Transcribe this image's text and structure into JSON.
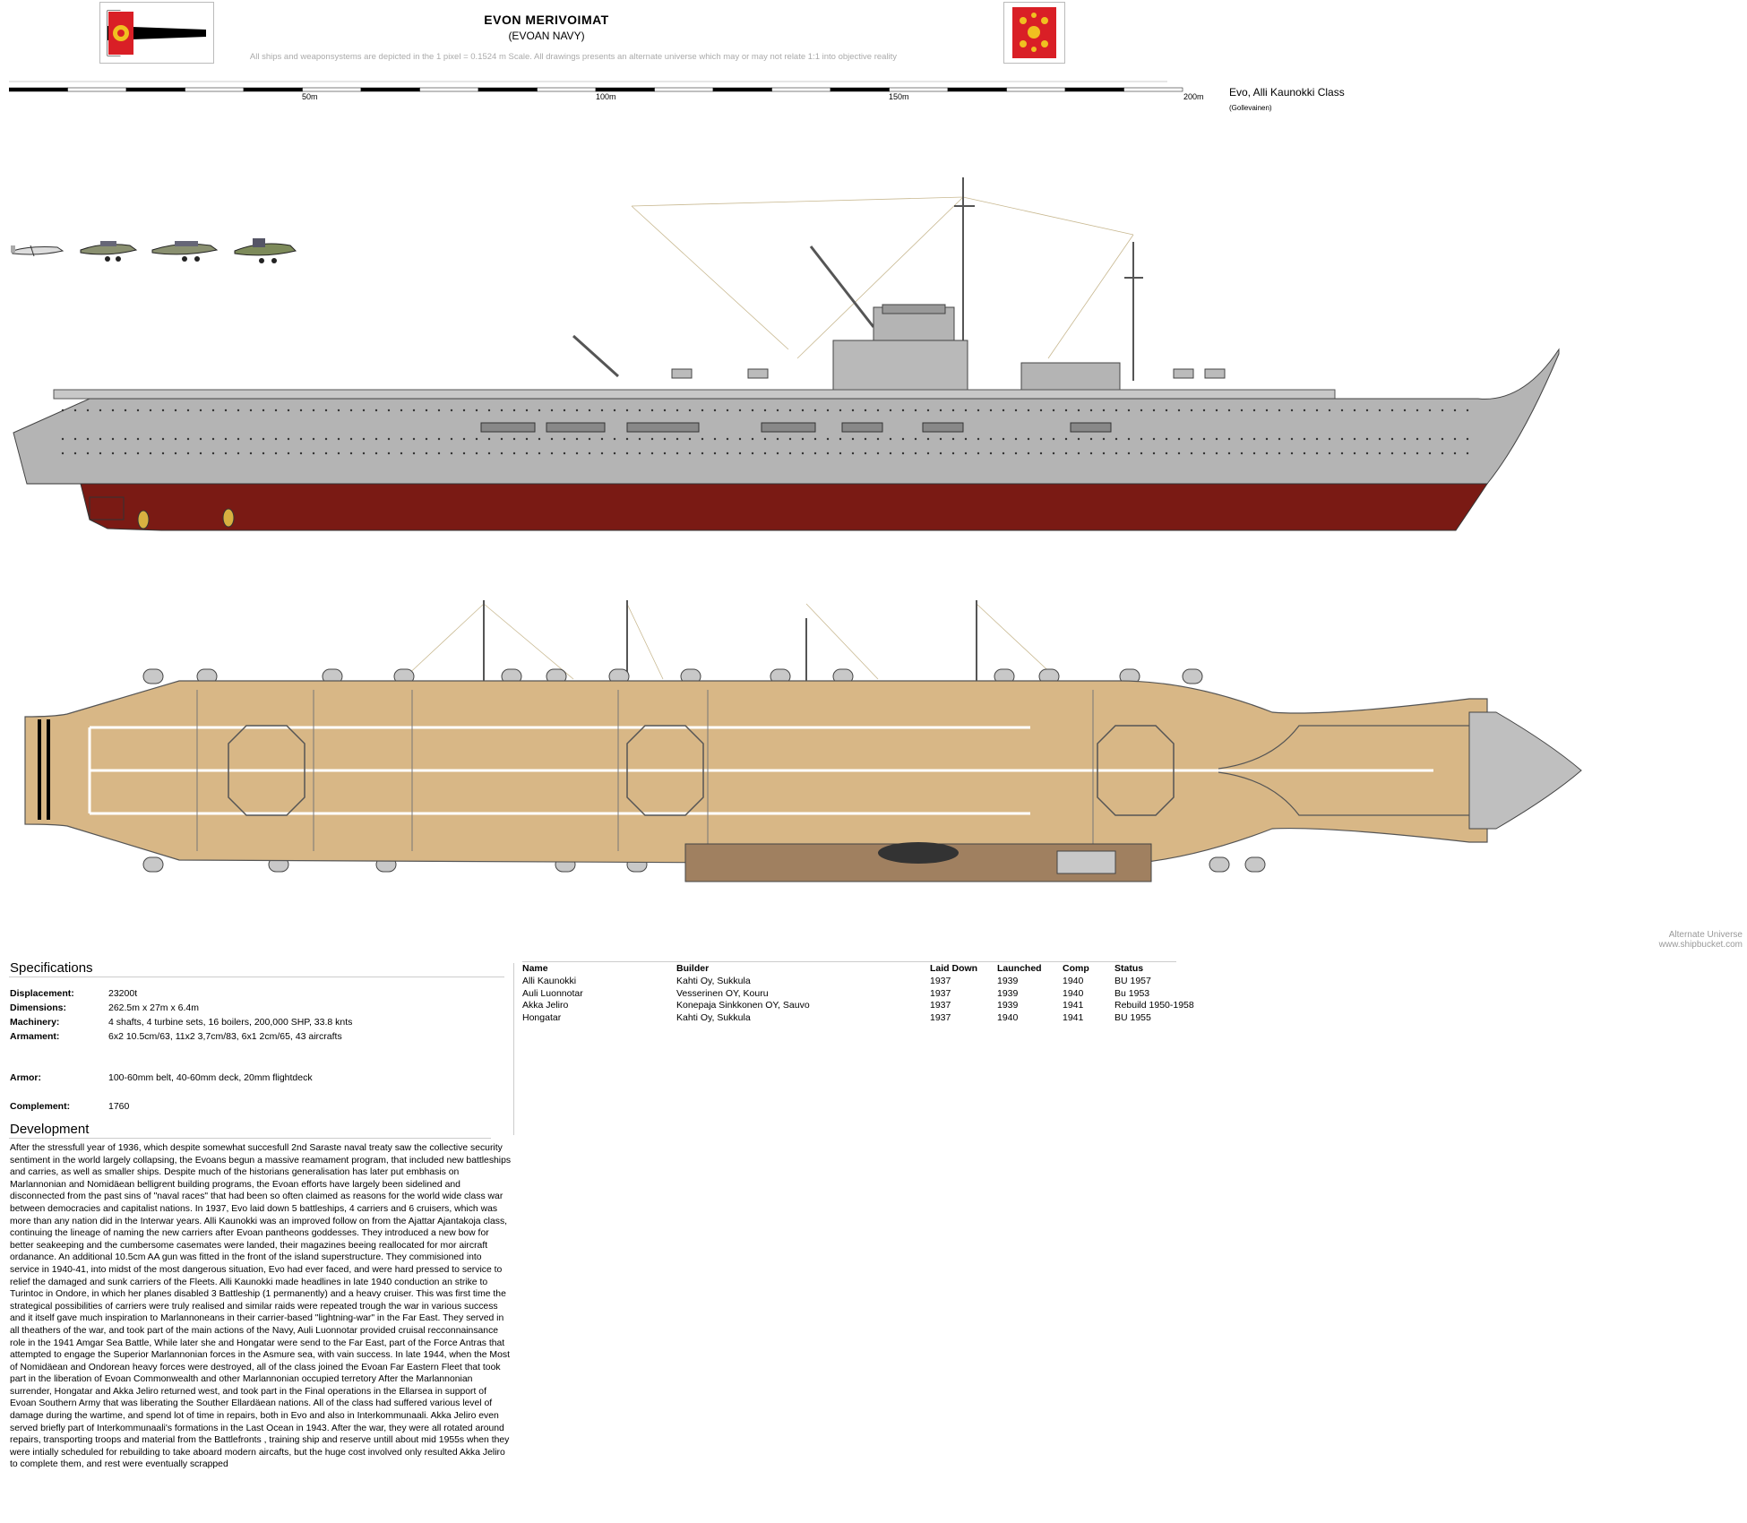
{
  "header": {
    "title": "EVON MERIVOIMAT",
    "subtitle": "(EVOAN NAVY)",
    "disclaimer": "All ships and weaponsystems are depicted in the 1 pixel = 0.1524 m Scale. All drawings presents an alternate universe which may or may not relate 1:1 into objective reality"
  },
  "scale": {
    "labels": [
      "50m",
      "100m",
      "150m",
      "200m"
    ]
  },
  "ship_class": {
    "name": "Evo, Alli Kaunokki Class",
    "note": "(Gollevainen)"
  },
  "watermark": {
    "line1": "Alternate Universe",
    "line2": "www.shipbucket.com"
  },
  "specifications": {
    "heading": "Specifications",
    "rows": [
      {
        "label": "Displacement:",
        "value": "23200t"
      },
      {
        "label": "Dimensions:",
        "value": "262.5m x 27m x 6.4m"
      },
      {
        "label": "Machinery:",
        "value": "4 shafts, 4 turbine sets, 16 boilers, 200,000 SHP, 33.8 knts"
      },
      {
        "label": "Armament:",
        "value": "6x2 10.5cm/63, 11x2 3,7cm/83, 6x1 2cm/65, 43 aircrafts"
      },
      {
        "label": "Armor:",
        "value": "100-60mm belt, 40-60mm deck, 20mm flightdeck"
      },
      {
        "label": "Complement:",
        "value": "1760"
      }
    ]
  },
  "ships_table": {
    "headers": [
      "Name",
      "Builder",
      "Laid Down",
      "Launched",
      "Comp",
      "Status"
    ],
    "rows": [
      [
        "Alli Kaunokki",
        "Kahti Oy, Sukkula",
        "1937",
        "1939",
        "1940",
        "BU 1957"
      ],
      [
        "Auli Luonnotar",
        "Vesserinen OY, Kouru",
        "1937",
        "1939",
        "1940",
        "Bu 1953"
      ],
      [
        "Akka Jeliro",
        "Konepaja Sinkkonen OY, Sauvo",
        "1937",
        "1939",
        "1941",
        "Rebuild 1950-1958"
      ],
      [
        "Hongatar",
        "Kahti Oy, Sukkula",
        "1937",
        "1940",
        "1941",
        "BU 1955"
      ]
    ]
  },
  "development": {
    "heading": "Development",
    "text": "After the stressfull year of 1936, which despite somewhat succesfull 2nd Saraste naval treaty saw the collective security sentiment in the world largely collapsing, the Evoans begun a massive reamament program, that included new battleships and carries, as well as smaller ships. Despite much of the historians generalisation has later put embhasis on Marlannonian and Nomidäean belligrent building programs, the Evoan efforts have largely been sidelined and disconnected from the past sins of \"naval races\" that had been so often claimed as reasons for the world wide class war between democracies and capitalist nations. In 1937, Evo laid down 5 battleships, 4 carriers and 6 cruisers, which was more than any nation did in the Interwar years. Alli Kaunokki was an improved follow on from the Ajattar Ajantakoja class, continuing the lineage of naming the new carriers after Evoan pantheons goddesses. They introduced a new bow for better seakeeping and the cumbersome casemates were landed, their magazines beeing reallocated for mor aircraft ordanance. An additional 10.5cm AA gun was fitted in the front of the island superstructure. They commisioned into service in 1940-41, into midst of the most dangerous situation, Evo had ever faced, and were hard pressed to service to relief the damaged and sunk carriers of the Fleets. Alli Kaunokki made headlines in late 1940 conduction an strike to Turintoc in Ondore, in which her planes disabled 3 Battleship (1 permanently) and a heavy cruiser. This was first time the strategical possibilities of carriers were truly realised and similar raids were repeated trough the war in various success and it itself gave much inspiration to Marlannoneans in their carrier-based \"lightning-war\" in the Far East. They served in all theathers of the war, and took part of the main actions of the Navy, Auli Luonnotar provided cruisal recconnainsance role in the 1941 Amgar Sea Battle, While later she and Hongatar were send to the Far East, part of the Force Antras that attempted to engage the Superior Marlannonian forces in the Asmure sea, with vain success. In late 1944, when the Most of Nomidäean and Ondorean heavy forces were destroyed, all of the class joined the Evoan Far Eastern Fleet that took part in the liberation of Evoan Commonwealth and other Marlannonian occupied terretory After the Marlannonian surrender, Hongatar and Akka Jeliro returned west, and took part in the Final operations in the Ellarsea in support of Evoan Southern Army that was liberating the Souther Ellardäean nations. All of the class had suffered various level of damage during the wartime, and spend lot of time in repairs, both in Evo and also in Interkommunaali. Akka Jeliro even served briefly part of Interkommunaali's formations in the Last Ocean in 1943. After the war, they were all rotated around repairs, transporting troops and material from the Battlefronts , training ship and reserve untill about mid 1955s when they were intially scheduled for rebuilding to take aboard modern aircafts, but the huge cost involved only resulted Akka Jeliro to complete them, and rest were eventually scrapped"
  },
  "colors": {
    "hull_grey": "#b4b4b4",
    "hull_red": "#7a1a14",
    "deck_tan": "#d8b786",
    "island_brown": "#a08060",
    "flag_red": "#d91f26",
    "flag_gold": "#f0c020"
  }
}
